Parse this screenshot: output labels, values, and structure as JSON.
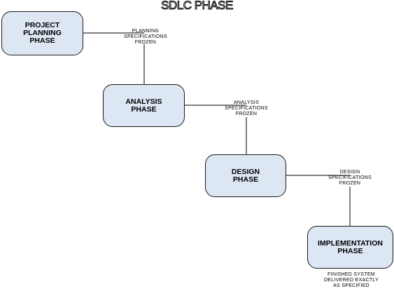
{
  "title": "SDLC PHASE",
  "phases": [
    {
      "line1": "PROJECT",
      "line2": "PLANNING",
      "line3": "PHASE"
    },
    {
      "line1": "ANALYSIS",
      "line2": "PHASE"
    },
    {
      "line1": "DESIGN",
      "line2": "PHASE"
    },
    {
      "line1": "IMPLEMENTATION",
      "line2": "PHASE"
    }
  ],
  "notes": [
    {
      "line1": "PLANNING",
      "line2": "SPECIFICATIONS",
      "line3": "FROZEN"
    },
    {
      "line1": "ANALYSIS",
      "line2": "SPECIFICATIONS",
      "line3": "FROZEN"
    },
    {
      "line1": "DESIGN",
      "line2": "SPECIFICATIONS",
      "line3": "FROZEN"
    },
    {
      "line1": "FINISHED SYSTEM",
      "line2": "DELIVERED EXACTLY",
      "line3": "AS SPECIFIED"
    }
  ],
  "colors": {
    "box_fill": "#dde7f3",
    "box_border": "#1a1a1a",
    "connector": "#000000"
  }
}
